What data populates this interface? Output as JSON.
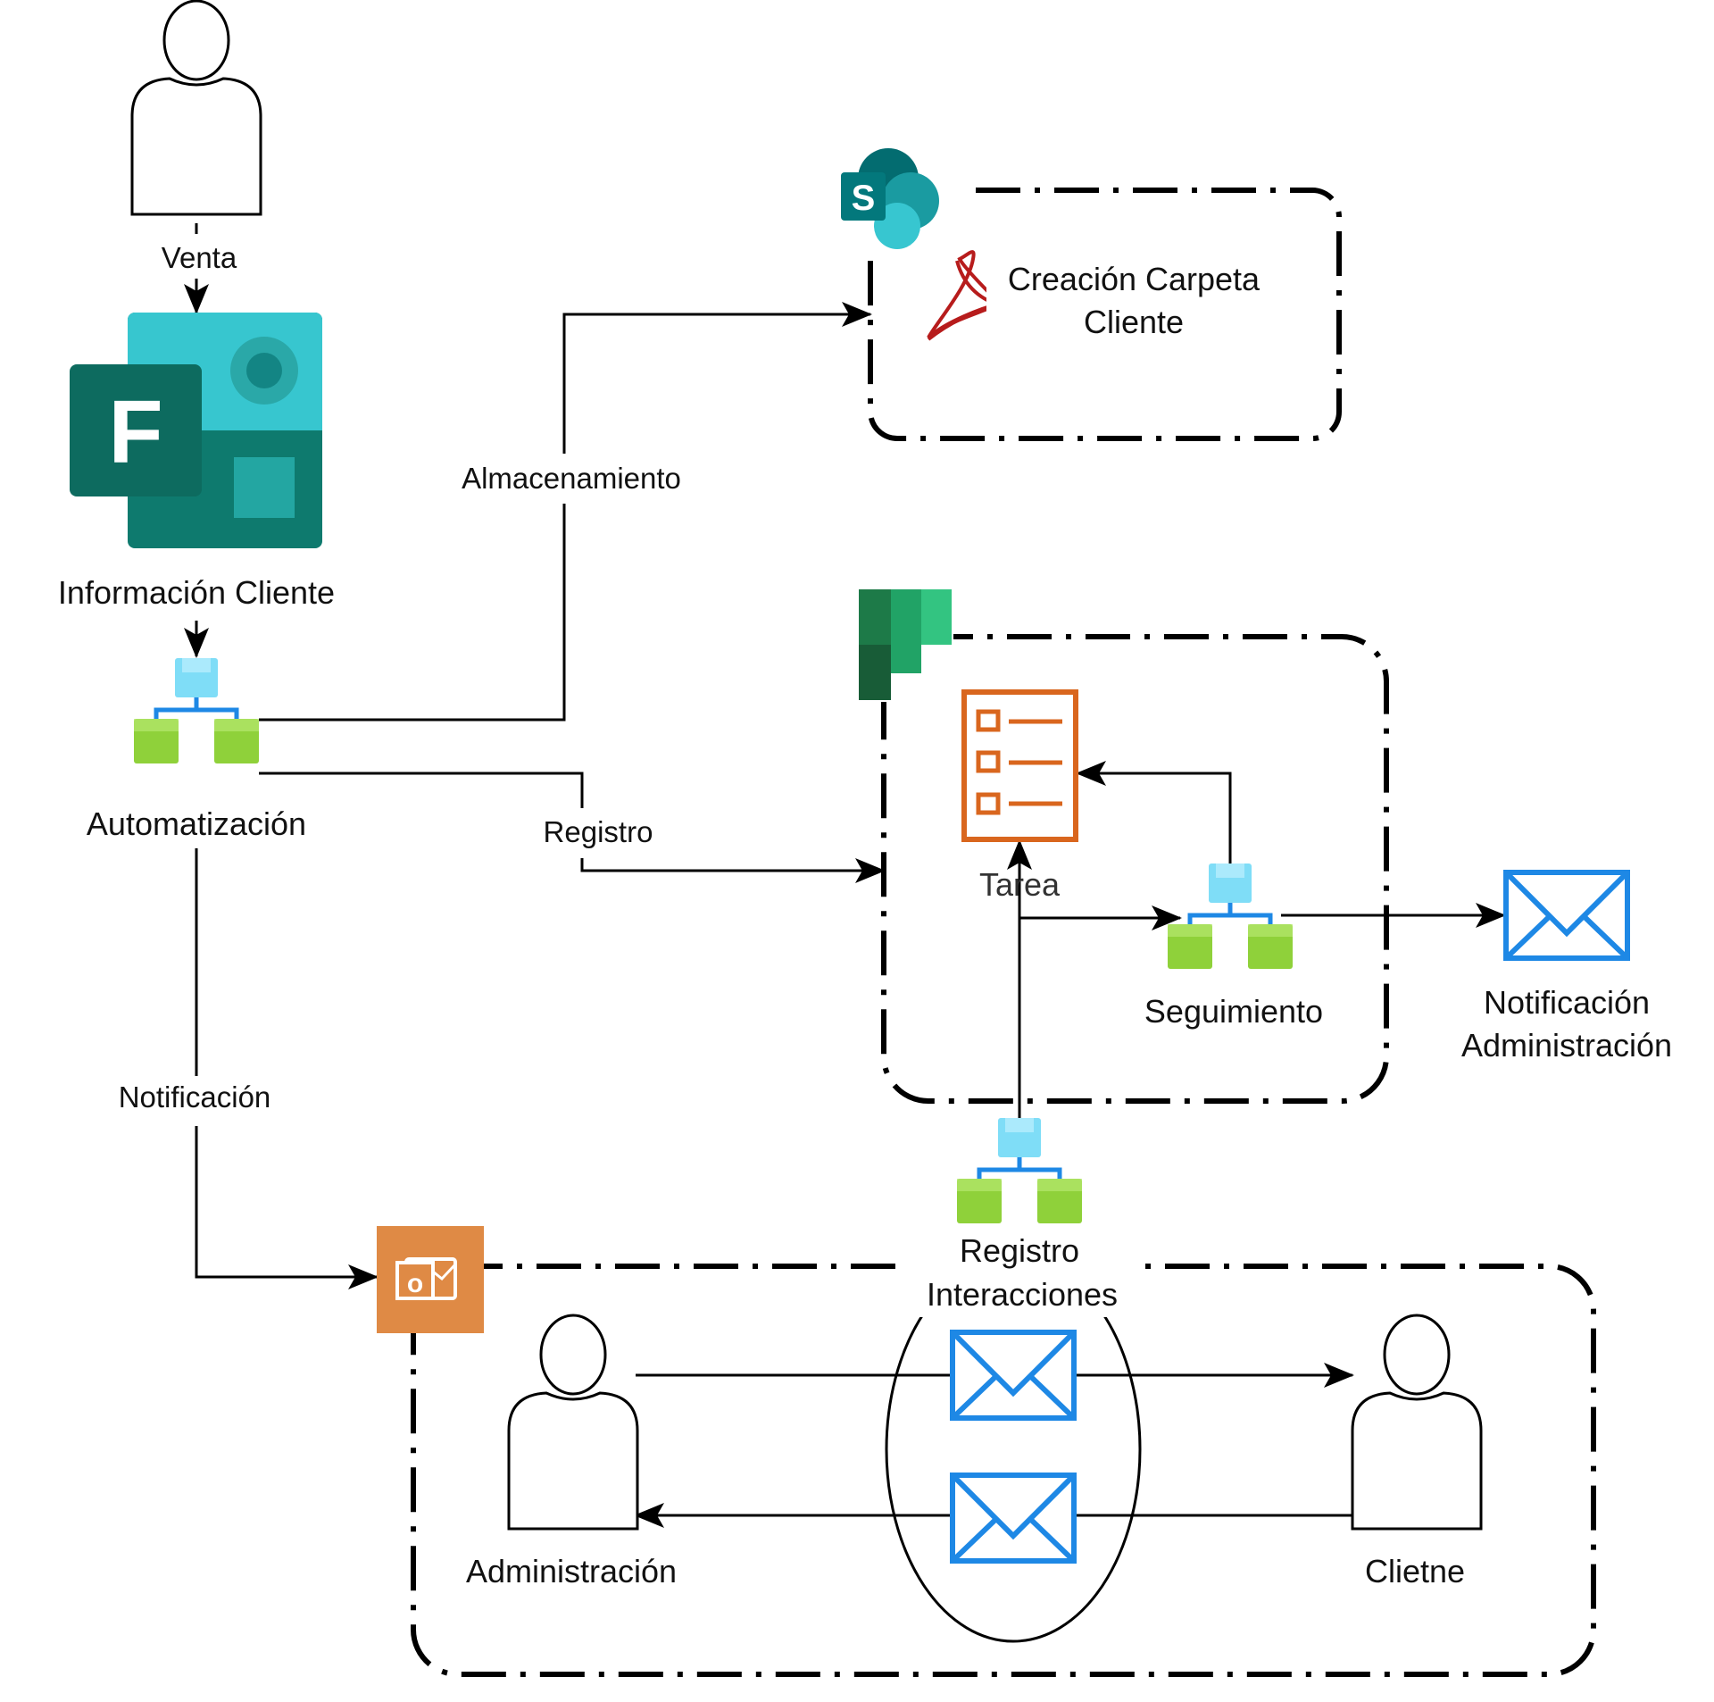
{
  "nodes": {
    "venta_person": {
      "icon": "person-icon"
    },
    "forms": {
      "icon": "microsoft-forms-icon",
      "label": "Información Cliente",
      "letter": "F"
    },
    "automatizacion": {
      "icon": "logic-app-icon",
      "label": "Automatización"
    },
    "sharepoint": {
      "icon": "sharepoint-icon",
      "letter": "S"
    },
    "carpeta": {
      "icon": "pdf-icon",
      "label_line1": "Creación Carpeta",
      "label_line2": "Cliente"
    },
    "planner": {
      "icon": "planner-icon"
    },
    "tarea": {
      "icon": "task-list-icon",
      "label": "Tarea"
    },
    "seguimiento": {
      "icon": "logic-app-icon",
      "label": "Seguimiento"
    },
    "notificacion_admin": {
      "icon": "mail-icon",
      "label_line1": "Notificación",
      "label_line2": "Administración"
    },
    "registro_interacciones": {
      "icon": "logic-app-icon",
      "label_line1": "Registro",
      "label_line2": "Interacciones"
    },
    "outlook": {
      "icon": "outlook-icon",
      "letter": "o"
    },
    "administracion": {
      "icon": "person-icon",
      "label": "Administración"
    },
    "cliente": {
      "icon": "person-icon",
      "label": "Clietne"
    },
    "mail_out": {
      "icon": "mail-icon"
    },
    "mail_in": {
      "icon": "mail-icon"
    }
  },
  "edges": {
    "venta": "Venta",
    "almacenamiento": "Almacenamiento",
    "registro": "Registro",
    "notificacion": "Notificación"
  },
  "colors": {
    "forms_dark": "#0E7A6E",
    "forms_light": "#37C6CF",
    "sharepoint_dark": "#036C70",
    "sharepoint_light": "#37C6D0",
    "planner_dark": "#185C37",
    "planner_light": "#33C481",
    "task_orange": "#D9661E",
    "logic_blue": "#7FDDF7",
    "logic_green": "#8FD13A",
    "mail_blue": "#1E88E5",
    "outlook_orange": "#DF8A45",
    "pdf_red": "#B71C1C"
  }
}
